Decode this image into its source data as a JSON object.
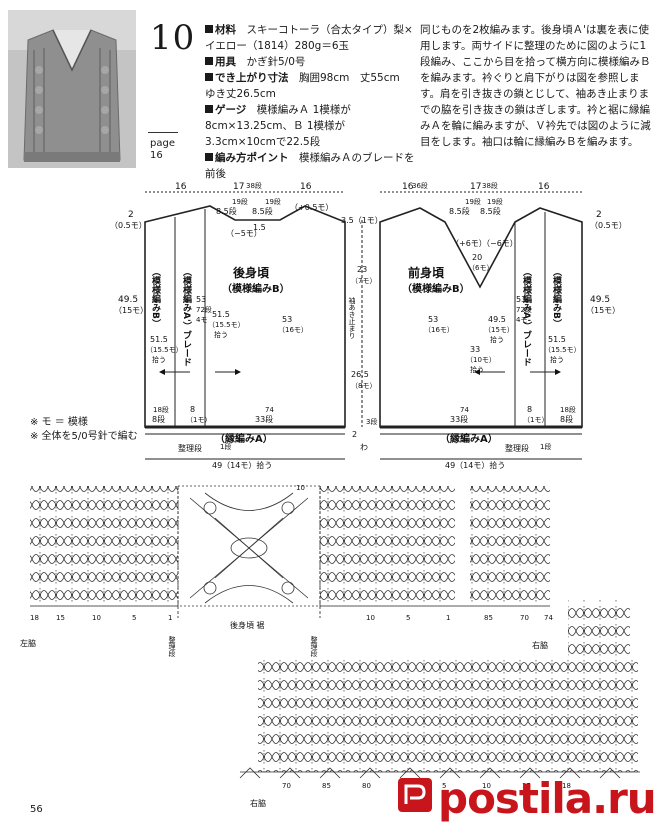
{
  "pattern": {
    "number": "10",
    "page_ref_label": "page",
    "page_ref_number": "16"
  },
  "specs": {
    "left": [
      {
        "label": "材料",
        "text": "スキーコトーラ（合太タイプ）梨×イエロー（1814）280g＝6玉"
      },
      {
        "label": "用具",
        "text": "かぎ針5/0号"
      },
      {
        "label": "でき上がり寸法",
        "text": "胸囲98cm　丈55cm　ゆき丈26.5cm"
      },
      {
        "label": "ゲージ",
        "text": "模様編みＡ 1模様が8cm×13.25cm、Ｂ 1模様が3.3cm×10cmで22.5段"
      },
      {
        "label": "編み方ポイント",
        "text": "模様編みＡのブレードを前後"
      }
    ],
    "right": "同じものを2枚編みます。後身頃Ａ'は裏を表に使用します。両サイドに整理のために図のように1段編み、ここから目を拾って横方向に模様編みＢを編みます。衿ぐりと肩下がりは図を参照します。肩を引き抜きの鎖とじして、袖あき止まりまでの脇を引き抜きの鎖はぎします。衿と裾に縁編みＡを輪に編みますが、Ｖ衿先では図のように減目をします。袖口は輪に縁編みＢを編みます。"
  },
  "notes": [
    "※ モ ＝ 模様",
    "※ 全体を5/0号針で編む"
  ],
  "back": {
    "title": "後身頃",
    "subtitle": "（模様編みB）",
    "widths": [
      "16",
      "17",
      "16"
    ],
    "neck_rows": "38段",
    "shoulder_left": "19段",
    "shoulder_right": "19段",
    "shoulder_dim_left": "8.5段",
    "shoulder_dim_right": "8.5段",
    "dec_left": "（−5モ）",
    "dec_right": "（+0.5モ）",
    "neck_depth": "1.5",
    "side_left_top": "2",
    "side_left_top2": "（0.5モ）",
    "side_label_b": "（模様編みB）",
    "side_label_a": "（模様編みA'）ブレード",
    "height_total": "49.5",
    "height_total_mo": "（15モ）",
    "height_inner": "51.5",
    "height_inner_mo": "（15.5モ）",
    "height_inner_note": "拾う",
    "braid_rows": "53",
    "braid_rows2": "72段",
    "braid_rows3": "4モ",
    "center_height": "51.5",
    "center_height_mo": "（15.5モ）",
    "center_height_note": "拾う",
    "center_right": "53",
    "center_right_mo": "（16モ）",
    "bottom_side": "18段",
    "bottom_side2": "8段",
    "bottom_braid": "8",
    "bottom_braid2": "（1モ）",
    "bottom_74": "74",
    "bottom_33": "33段",
    "hem": "（縁編みA）",
    "hem_label": "整理段",
    "hem_rows": "1段",
    "pick": "49（14モ）拾う"
  },
  "middle": {
    "top": "3.5（1モ）",
    "armhole": "23",
    "armhole_mo": "（7モ）",
    "sleeve_stop": "袖あき止まり",
    "lower": "26.5",
    "lower_mo": "（8モ）",
    "hem_rows": "3段",
    "hem_w": "2",
    "hem_w2": "わ"
  },
  "front": {
    "title": "前身頃",
    "subtitle": "（模様編みB）",
    "widths": [
      "16",
      "17",
      "16"
    ],
    "neck_rows_left": "36段",
    "neck_rows_mid": "38段",
    "shoulder_left": "19段",
    "shoulder_right": "19段",
    "shoulder_dim_left": "8.5段",
    "shoulder_dim_right": "8.5段",
    "v_inc_left": "（+6モ）",
    "v_inc_right": "（−6モ）",
    "v_depth": "20",
    "v_depth_mo": "（6モ）",
    "center_left": "53",
    "center_left_mo": "（16モ）",
    "height_center": "33",
    "height_center_mo": "（10モ）",
    "height_center_note": "拾う",
    "braid_rows": "53",
    "braid_rows2": "72段",
    "braid_rows3": "4モ",
    "height_left": "49.5",
    "height_left_mo": "（15モ）",
    "height_left_note": "拾う",
    "side_label_a": "（模様編みA'）ブレード",
    "side_label_b": "（模様編みB）",
    "height_total": "49.5",
    "height_total_mo": "（15モ）",
    "height_inner": "51.5",
    "height_inner_mo": "（15.5モ）",
    "height_inner_note": "拾う",
    "side_right_top": "2",
    "side_right_top2": "（0.5モ）",
    "bottom_74": "74",
    "bottom_33": "33段",
    "bottom_braid": "8",
    "bottom_braid2": "（1モ）",
    "bottom_side": "18段",
    "bottom_side2": "8段",
    "hem": "（縁編みA）",
    "hem_label": "整理段",
    "hem_rows": "1段",
    "pick": "49（14モ）拾う"
  },
  "chart_upper": {
    "left_label": "左脇",
    "row_mark": "18",
    "numbers": [
      "15",
      "10",
      "5",
      "1"
    ],
    "center_label": "後身頃 裾",
    "organize": "整理段",
    "right_numbers": [
      "10",
      "5",
      "1",
      "85",
      "70"
    ],
    "right_end": "74",
    "right_label": "右脇",
    "top_mark": "10"
  },
  "chart_lower": {
    "label": "右脇",
    "numbers": [
      "70",
      "85",
      "80",
      "1",
      "5",
      "10",
      "15",
      "18"
    ]
  },
  "page_number": "56",
  "watermark": "postila.ru"
}
